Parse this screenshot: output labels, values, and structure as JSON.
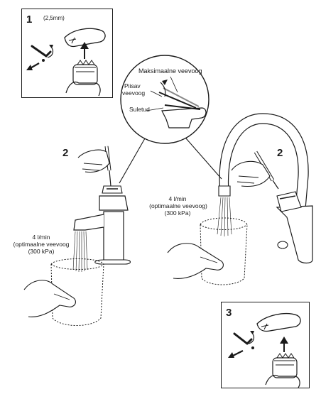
{
  "panel1": {
    "step": "1",
    "size_label": "(2,5mm)"
  },
  "panel3": {
    "step": "3"
  },
  "left_scene": {
    "step": "2",
    "flow_line1": "4 l/min",
    "flow_line2": "(optimaalne veevoog",
    "flow_line3": "(300 kPa)"
  },
  "right_scene": {
    "step": "2",
    "flow_line1": "4 l/min",
    "flow_line2": "(optimaalne veevoog)",
    "flow_line3": "(300 kPa)"
  },
  "zoom_circle": {
    "max_label": "Maksimaalne veevoog",
    "low_label_line1": "Piisav",
    "low_label_line2": "veevoog",
    "closed_label": "Suletud"
  }
}
